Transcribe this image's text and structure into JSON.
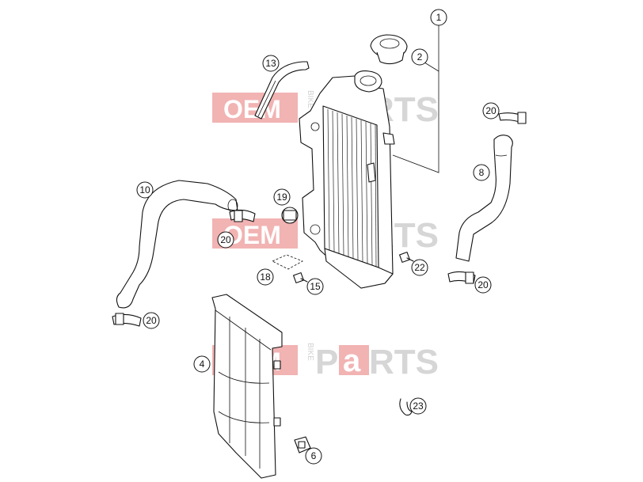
{
  "callouts": [
    {
      "label": "1"
    },
    {
      "label": "2"
    },
    {
      "label": "13"
    },
    {
      "label": "20"
    },
    {
      "label": "8"
    },
    {
      "label": "10"
    },
    {
      "label": "19"
    },
    {
      "label": "20"
    },
    {
      "label": "22"
    },
    {
      "label": "18"
    },
    {
      "label": "15"
    },
    {
      "label": "20"
    },
    {
      "label": "20"
    },
    {
      "label": "4"
    },
    {
      "label": "23"
    },
    {
      "label": "6"
    }
  ],
  "watermark": {
    "oem": "OEM",
    "bike": "BIKE",
    "p": "P",
    "a": "a",
    "rts": "RTS"
  },
  "colors": {
    "watermark_red": "#e35b5b",
    "watermark_gray": "#cfcfcf"
  }
}
